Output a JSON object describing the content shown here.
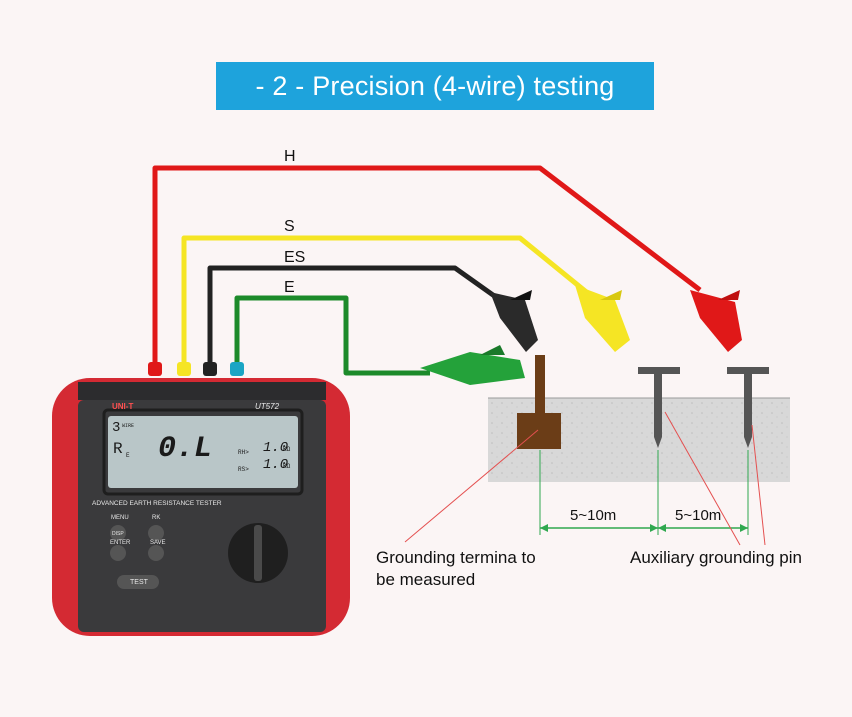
{
  "title": "- 2 -  Precision (4-wire) testing",
  "wires": {
    "h": {
      "label": "H",
      "color": "#e01818"
    },
    "s": {
      "label": "S",
      "color": "#f5e524"
    },
    "es": {
      "label": "ES",
      "color": "#222222"
    },
    "e": {
      "label": "E",
      "color": "#1c8a2a"
    }
  },
  "callouts": {
    "grounding_terminal": "Grounding termina to\nbe measured",
    "auxiliary_pin": "Auxiliary grounding pin"
  },
  "distances": {
    "first": "5~10m",
    "second": "5~10m"
  },
  "meter": {
    "brand": "UNI-T",
    "model": "UT572",
    "product_name": "ADVANCED EARTH RESISTANCE TESTER",
    "lcd": {
      "mode_digit": "3",
      "mode_label": "WIRE",
      "r_symbol": "R",
      "e_symbol": "E",
      "main_reading": "0.L",
      "rh_label": "RH>",
      "rh_value": "1.0",
      "rh_unit": "KΩ",
      "rs_label": "RS>",
      "rs_value": "1.0",
      "rs_unit": "KΩ"
    },
    "buttons": {
      "menu": "MENU",
      "disp": "DISP",
      "rk": "RK",
      "enter": "ENTER",
      "save": "SAVE",
      "test": "TEST"
    },
    "colors": {
      "body": "#d42a33",
      "panel": "#3a3a3c",
      "lcd": "#b9c6c8"
    }
  }
}
